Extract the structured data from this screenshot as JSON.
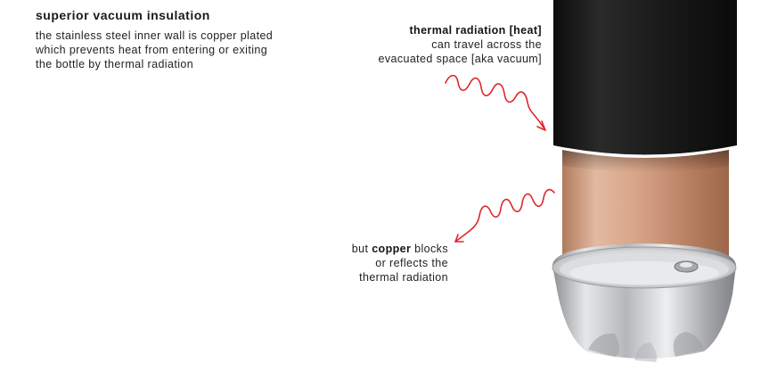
{
  "insulation": {
    "heading": "superior vacuum insulation",
    "body_lines": [
      "the stainless steel inner wall is copper plated",
      "which prevents heat from entering or exiting",
      "the bottle by thermal radiation"
    ]
  },
  "callout_radiation": {
    "title": "thermal radiation [heat]",
    "lines": [
      "can travel across the",
      "evacuated space [aka vacuum]"
    ]
  },
  "callout_copper": {
    "prefix": "but ",
    "emphasis": "copper",
    "suffix": " blocks",
    "lines": [
      "or reflects the",
      "thermal radiation"
    ]
  },
  "colors": {
    "wave": "#e0262b",
    "sleeve": "#1b1b1b",
    "copper": "#c9957a",
    "steel": "#c8c9cb"
  },
  "icons": {
    "incoming_wave": "wavy-arrow-icon",
    "reflected_wave": "wavy-arrow-icon"
  }
}
